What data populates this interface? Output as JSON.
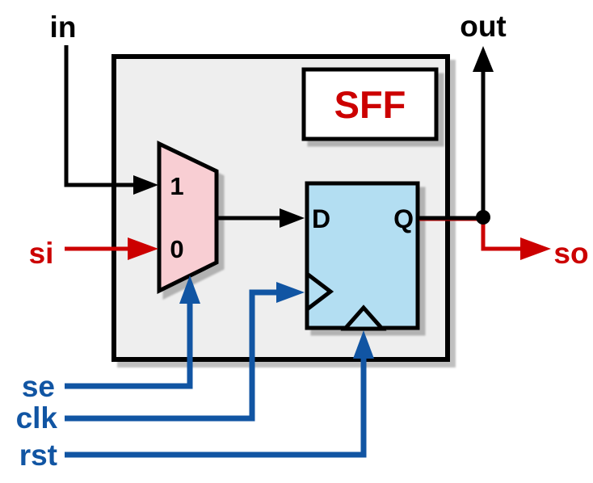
{
  "diagram": {
    "module_label": "SFF",
    "mux": {
      "input_1": "1",
      "input_0": "0"
    },
    "flipflop": {
      "d": "D",
      "q": "Q"
    },
    "ports": {
      "in": "in",
      "out": "out",
      "si": "si",
      "so": "so",
      "se": "se",
      "clk": "clk",
      "rst": "rst"
    }
  },
  "colors": {
    "wire-black": "#000000",
    "accent-red": "#cc0000",
    "accent-blue": "#1155a3",
    "mux-fill": "#f8ced3",
    "ff-fill": "#b3def2",
    "module-fill": "#eeeeee",
    "label-box-fill": "#ffffff"
  }
}
